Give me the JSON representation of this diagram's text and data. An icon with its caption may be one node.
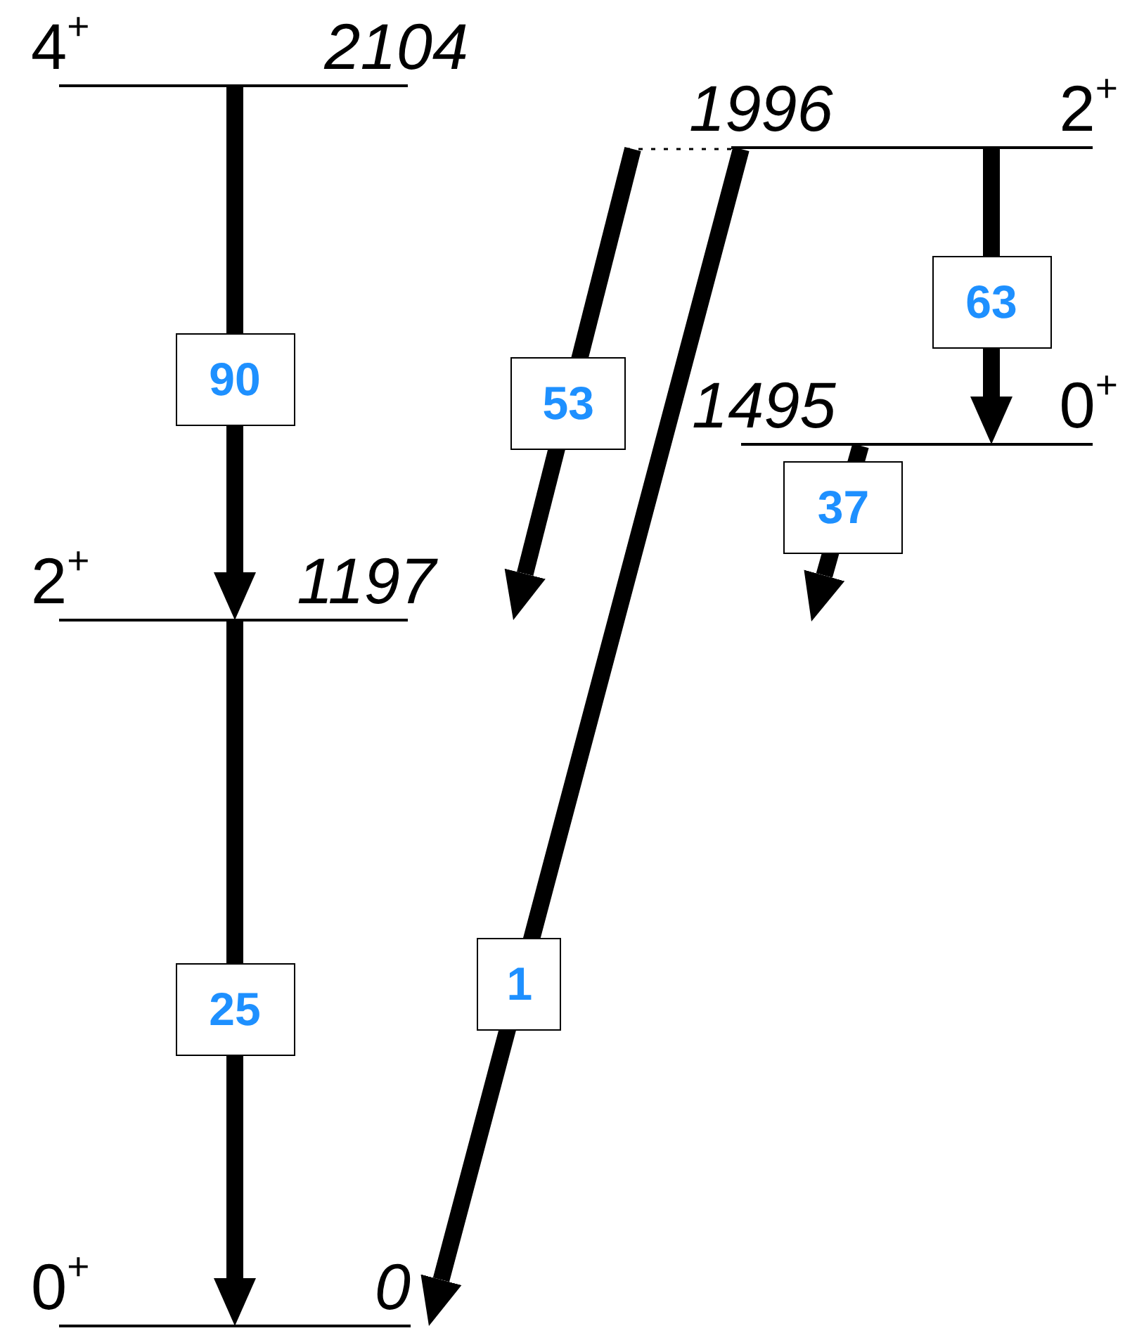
{
  "diagram": {
    "nodes": [
      {
        "text": [
          "4$^{+}$",
          "2104"
        ]
      },
      {
        "text": [
          "1996",
          "2$^{+}$"
        ]
      },
      {
        "text": [
          "1495",
          "0$^{+}$"
        ]
      },
      {
        "text": [
          "2$^{+}$",
          "1197"
        ]
      },
      {
        "text": [
          "0$^{+}$",
          "0"
        ]
      }
    ],
    "edges": [
      {
        "from": 0,
        "to": 3,
        "arrow": "to",
        "label": "90"
      },
      {
        "from": 1,
        "to": 3,
        "arrow": "to",
        "label": "53"
      },
      {
        "from": 1,
        "to": 4,
        "arrow": "to",
        "label": "1"
      },
      {
        "from": 1,
        "to": 2,
        "arrow": "to",
        "label": "63"
      },
      {
        "from": 2,
        "to": null,
        "arrow": "to",
        "label": "37"
      },
      {
        "from": 3,
        "to": 4,
        "arrow": "to",
        "label": "25"
      }
    ]
  }
}
